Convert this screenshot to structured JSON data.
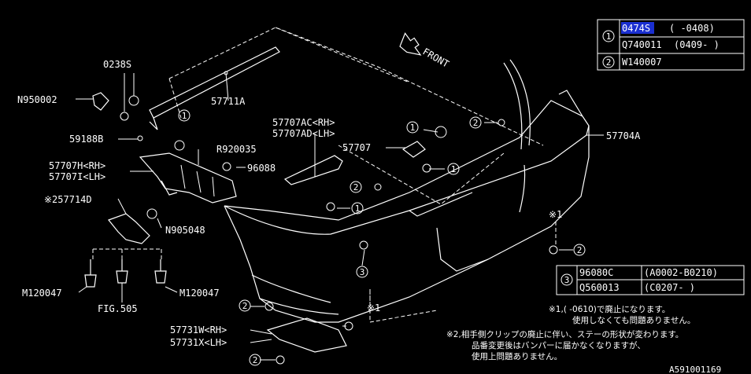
{
  "labels": {
    "p0238s": "0238S",
    "n950002": "N950002",
    "p57711a": "57711A",
    "p59188b": "59188B",
    "r920035": "R920035",
    "p96088": "96088",
    "p57707h": "57707H<RH>",
    "p57707i": "57707I<LH>",
    "p57707ac": "57707AC<RH>",
    "p57707ad": "57707AD<LH>",
    "p57707": "57707",
    "p57704a": "57704A",
    "p257714d": "※257714D",
    "n905048": "N905048",
    "m120047a": "M120047",
    "m120047b": "M120047",
    "fig505": "FIG.505",
    "p57731w": "57731W<RH>",
    "p57731x": "57731X<LH>",
    "front": "FRONT",
    "mark1a": "※1",
    "mark1b": "※1",
    "figcode": "A591001169"
  },
  "callouts": {
    "c1": "1",
    "c2": "2",
    "c3": "3"
  },
  "table1": {
    "num": "1",
    "row1_part": "0474S",
    "row1_range": "(   -0408)",
    "row2_part": "Q740011",
    "row2_range": "(0409-   )",
    "num2": "2",
    "row3_part": "W140007"
  },
  "table3": {
    "num": "3",
    "row1_part": "96080C",
    "row1_range": "(A0002-B0210)",
    "row2_part": "Q560013",
    "row2_range": "(C0207-     )"
  },
  "notes": {
    "n1_line1": "※1,(     -0610)で廃止になります。",
    "n1_line2": "使用しなくても問題ありません。",
    "n2_line1": "※2,相手側クリップの廃止に伴い、ステーの形状が変わります。",
    "n2_line2": "品番変更後はバンパーに届かなくなりますが、",
    "n2_line3": "使用上問題ありません。"
  },
  "colors": {
    "background": "#000000",
    "line": "#ffffff",
    "highlight": "#1a2fd0"
  }
}
